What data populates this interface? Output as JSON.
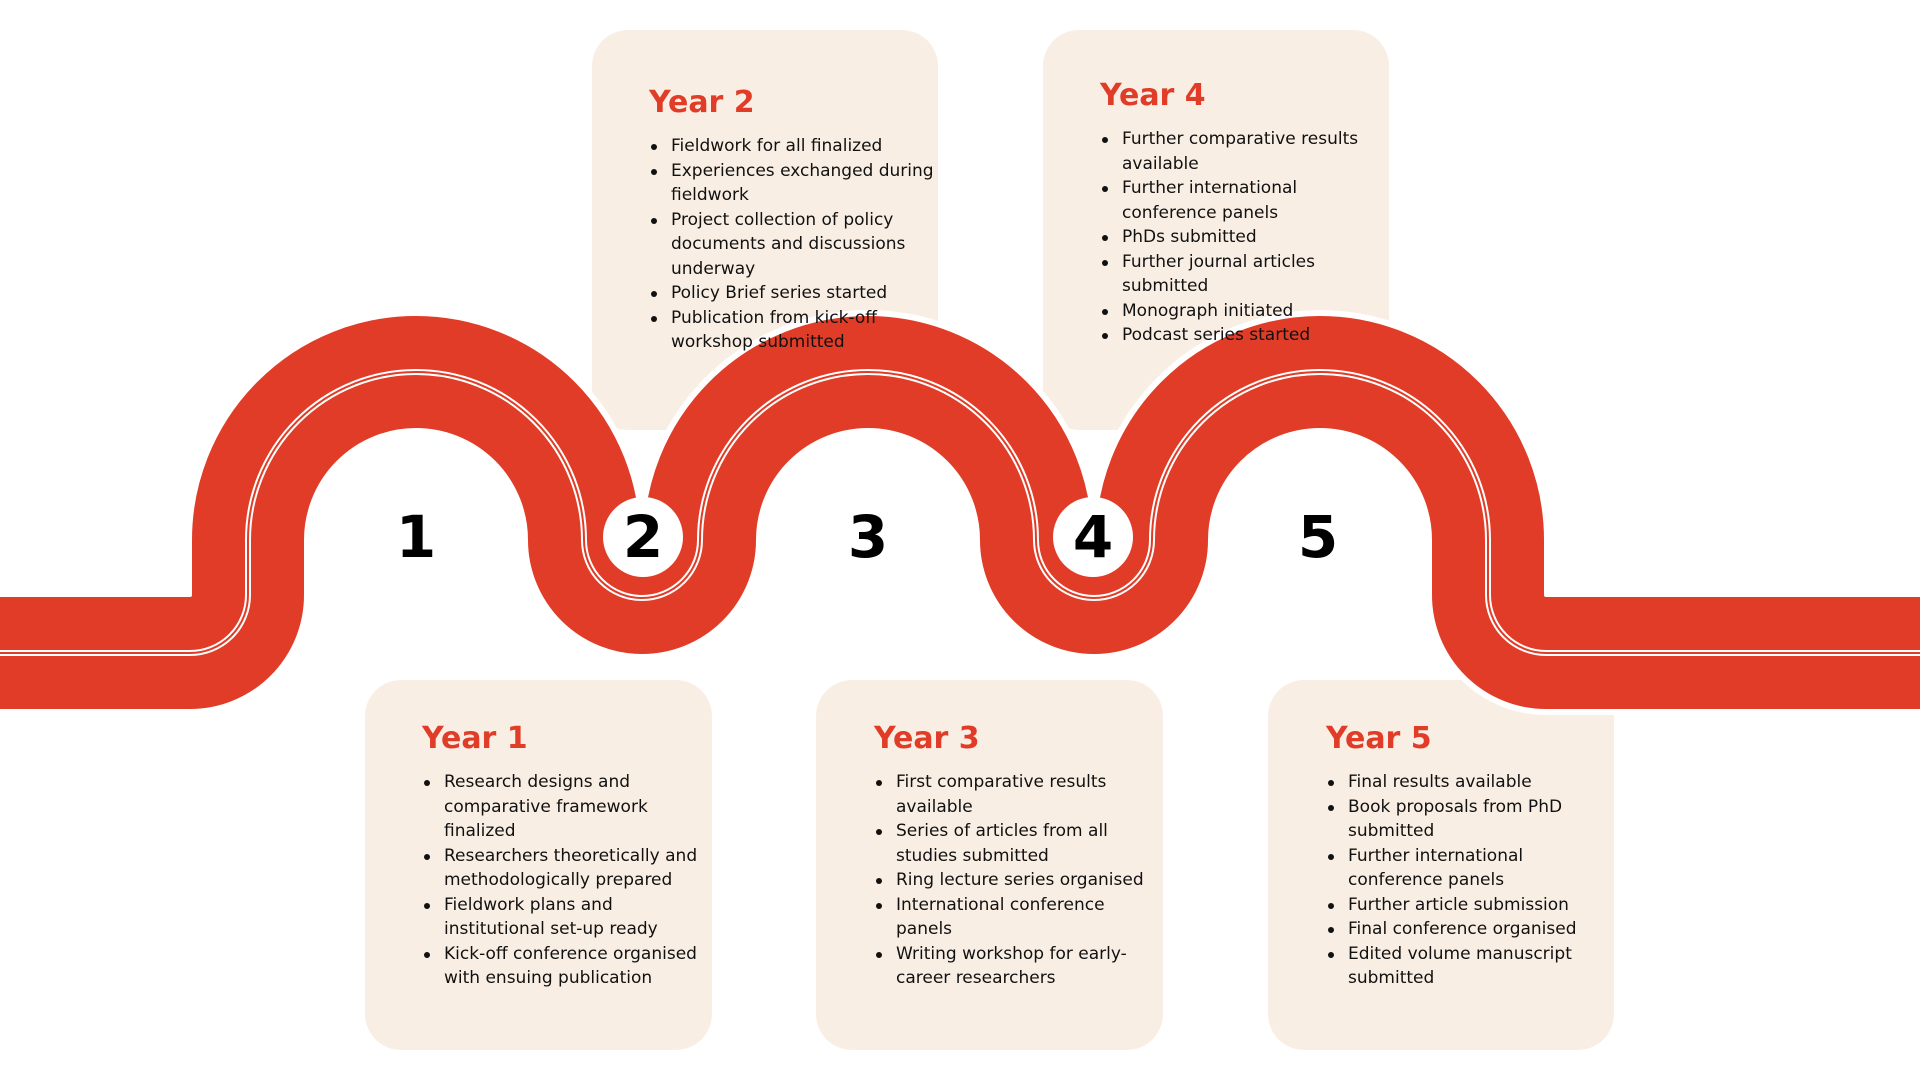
{
  "colors": {
    "road": "#e03c27",
    "card": "#f9eee4",
    "accent_text": "#e03c27",
    "badge": "#ffffff"
  },
  "milestones": [
    {
      "number": "1",
      "title": "Year 1",
      "items": [
        "Research designs and comparative framework finalized",
        "Researchers theoretically and methodologically prepared",
        "Fieldwork plans and institutional set-up ready",
        "Kick-off conference organised with ensuing publication"
      ]
    },
    {
      "number": "2",
      "title": "Year 2",
      "items": [
        "Fieldwork for all finalized",
        "Experiences exchanged during fieldwork",
        "Project collection of policy documents and discussions underway",
        "Policy Brief series started",
        "Publication from kick-off workshop submitted"
      ]
    },
    {
      "number": "3",
      "title": "Year 3",
      "items": [
        "First comparative results available",
        "Series of articles from all studies submitted",
        "Ring lecture series organised",
        "International conference panels",
        "Writing workshop for early-career researchers"
      ]
    },
    {
      "number": "4",
      "title": "Year 4",
      "items": [
        "Further comparative results available",
        "Further international conference panels",
        "PhDs submitted",
        "Further journal articles submitted",
        "Monograph initiated",
        "Podcast series started"
      ]
    },
    {
      "number": "5",
      "title": "Year 5",
      "items": [
        "Final results available",
        "Book proposals from PhD submitted",
        "Further international conference panels",
        "Further article submission",
        "Final conference organised",
        "Edited volume manuscript submitted"
      ]
    }
  ]
}
